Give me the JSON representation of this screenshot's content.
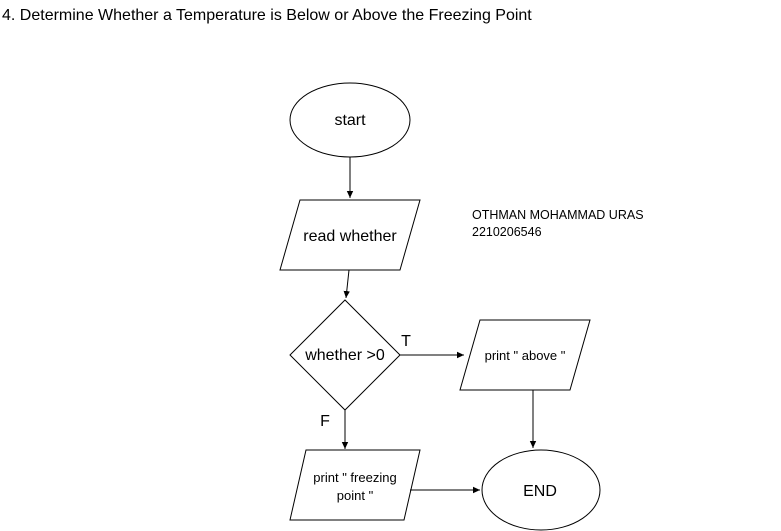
{
  "page": {
    "heading": "4. Determine Whether a Temperature is Below or Above the Freezing Point"
  },
  "author": {
    "name": "OTHMAN MOHAMMAD URAS",
    "id": "2210206546"
  },
  "flowchart": {
    "nodes": {
      "start": {
        "label": "start"
      },
      "input": {
        "label": "read whether"
      },
      "decision": {
        "label": "whether >0"
      },
      "output_above": {
        "label": "print \" above \""
      },
      "output_freezing": {
        "line1": "print \" freezing",
        "line2": "point \""
      },
      "end": {
        "label": "END"
      }
    },
    "edges": {
      "true_label": "T",
      "false_label": "F"
    }
  }
}
